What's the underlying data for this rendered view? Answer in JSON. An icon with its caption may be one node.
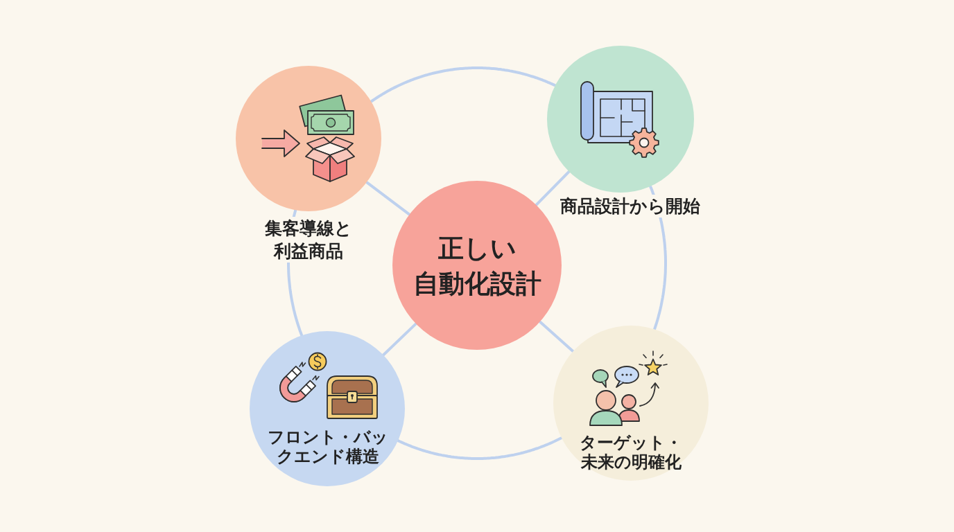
{
  "diagram": {
    "nodes": [
      {
        "text": [
          "正しい自動化設計"
        ]
      },
      {
        "text": [
          "集客導線と利益商品"
        ]
      },
      {
        "text": [
          "商品設計から開始"
        ]
      },
      {
        "text": [
          "フロント・バックエンド構造"
        ]
      },
      {
        "text": [
          "ターゲット・未来の明確化"
        ]
      }
    ],
    "edges": [
      {
        "from": 0,
        "to": 1,
        "arrow": "none"
      },
      {
        "from": 0,
        "to": 2,
        "arrow": "none"
      },
      {
        "from": 0,
        "to": 3,
        "arrow": "none"
      },
      {
        "from": 0,
        "to": 4,
        "arrow": "none"
      },
      {
        "from": 1,
        "to": 2,
        "arrow": "none"
      },
      {
        "from": 2,
        "to": 4,
        "arrow": "none"
      },
      {
        "from": 4,
        "to": 3,
        "arrow": "none"
      },
      {
        "from": 3,
        "to": 1,
        "arrow": "none"
      }
    ]
  }
}
